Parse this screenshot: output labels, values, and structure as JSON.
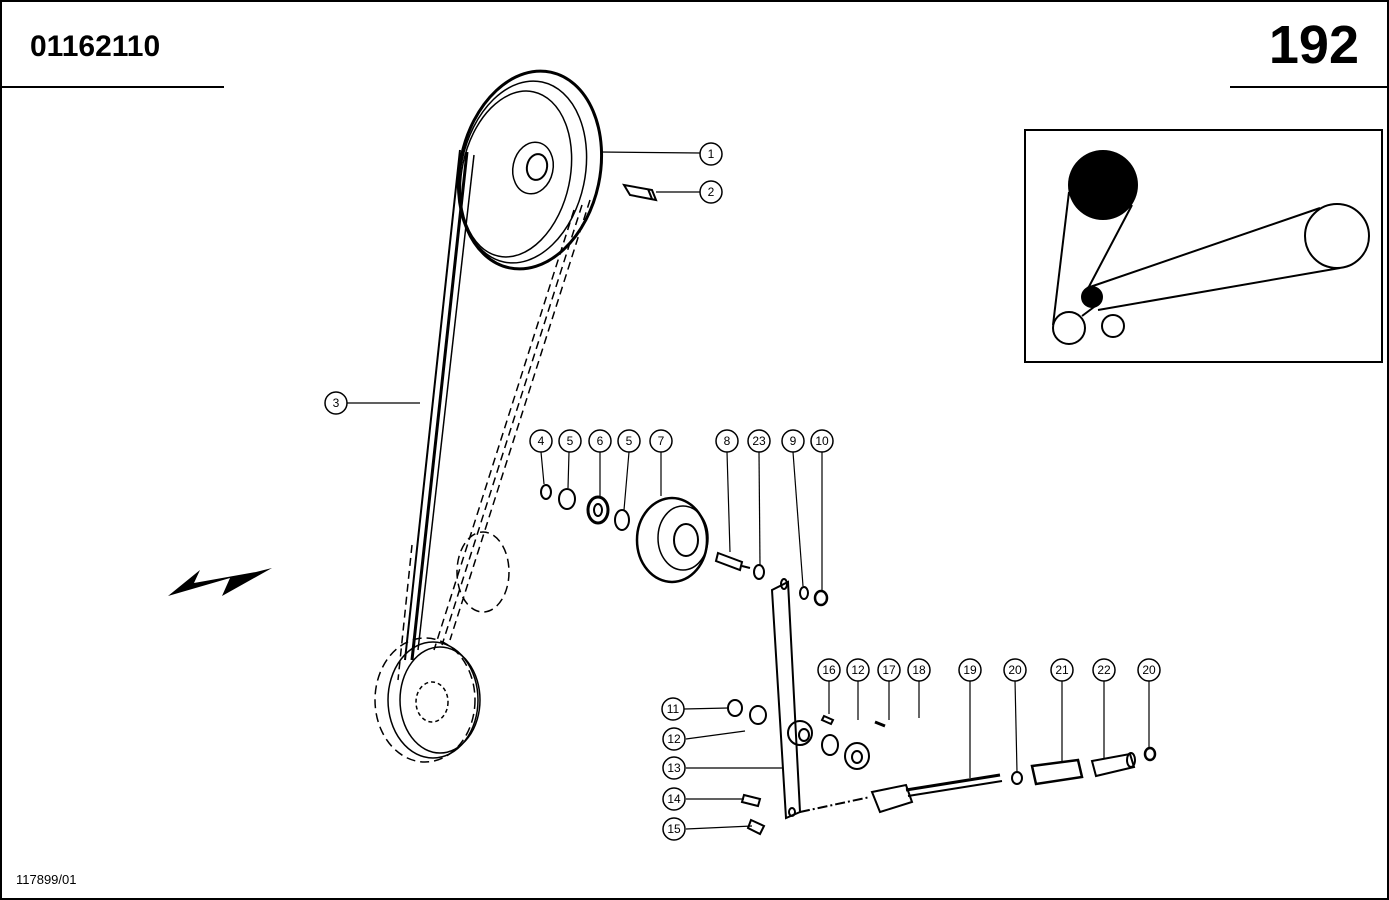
{
  "header": {
    "document_number": "01162110",
    "page_number": "192"
  },
  "footer": {
    "reference_code": "117899/01"
  },
  "callouts": [
    {
      "id": "c1",
      "label": "1"
    },
    {
      "id": "c2",
      "label": "2"
    },
    {
      "id": "c3",
      "label": "3"
    },
    {
      "id": "c4",
      "label": "4"
    },
    {
      "id": "c5a",
      "label": "5"
    },
    {
      "id": "c6",
      "label": "6"
    },
    {
      "id": "c5b",
      "label": "5"
    },
    {
      "id": "c7",
      "label": "7"
    },
    {
      "id": "c8",
      "label": "8"
    },
    {
      "id": "c23",
      "label": "23"
    },
    {
      "id": "c9",
      "label": "9"
    },
    {
      "id": "c10",
      "label": "10"
    },
    {
      "id": "c11",
      "label": "11"
    },
    {
      "id": "c12a",
      "label": "12"
    },
    {
      "id": "c13",
      "label": "13"
    },
    {
      "id": "c14",
      "label": "14"
    },
    {
      "id": "c15",
      "label": "15"
    },
    {
      "id": "c16",
      "label": "16"
    },
    {
      "id": "c12b",
      "label": "12"
    },
    {
      "id": "c17",
      "label": "17"
    },
    {
      "id": "c18",
      "label": "18"
    },
    {
      "id": "c19",
      "label": "19"
    },
    {
      "id": "c20a",
      "label": "20"
    },
    {
      "id": "c21",
      "label": "21"
    },
    {
      "id": "c22",
      "label": "22"
    },
    {
      "id": "c20b",
      "label": "20"
    }
  ]
}
